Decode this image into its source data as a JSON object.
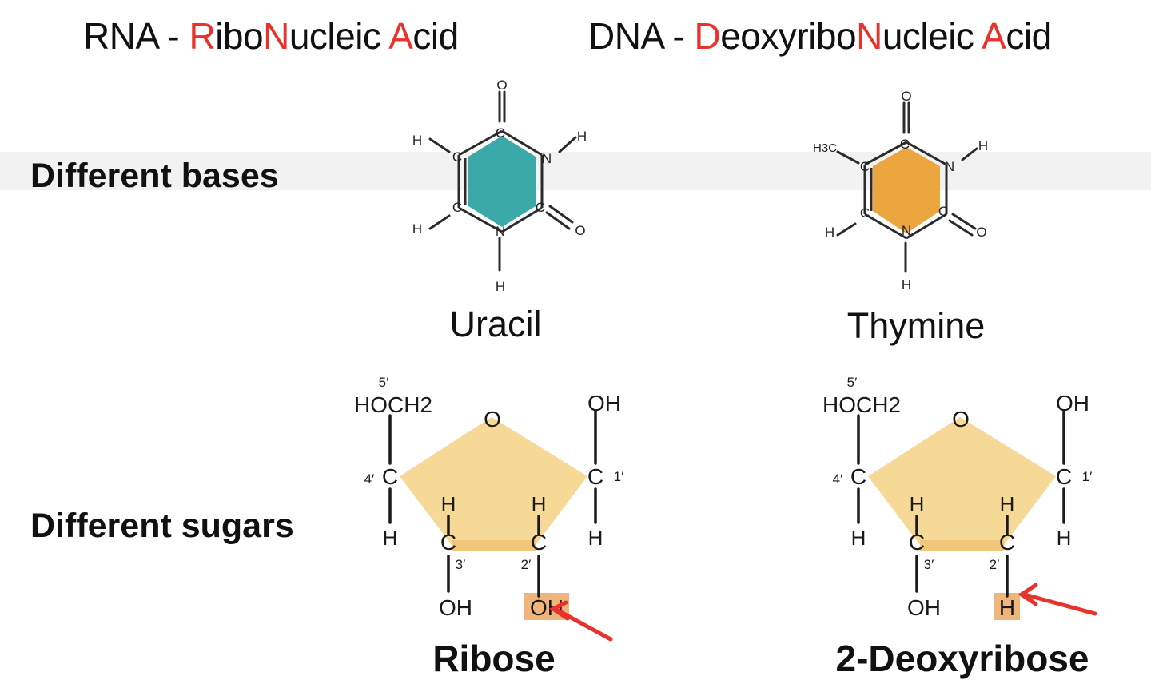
{
  "titles": {
    "rna": {
      "letters": [
        "R",
        "ibo",
        "N",
        "ucleic ",
        "A",
        "cid"
      ],
      "prefix": "RNA - "
    },
    "dna": {
      "prefix": "DNA - ",
      "letters": [
        "D",
        "eoxyribo",
        "N",
        "ucleic ",
        "A",
        "cid"
      ]
    }
  },
  "rows": {
    "bases_label": "Different bases",
    "sugars_label": "Different sugars"
  },
  "bases": {
    "uracil": {
      "name": "Uracil",
      "ring_color": "#3ba9a8"
    },
    "thymine": {
      "name": "Thymine",
      "ring_color": "#eba640",
      "methyl": "H3C"
    }
  },
  "base_atoms": {
    "C": "C",
    "N": "N",
    "O": "O",
    "H": "H"
  },
  "sugars": {
    "ribose": {
      "name": "Ribose",
      "c2_group": "OH"
    },
    "deoxyribose": {
      "name": "2-Deoxyribose",
      "c2_group": "H"
    },
    "ring_color": "#f6d897",
    "highlight_color": "#f0b57a",
    "arrow_color": "#e8322b",
    "labels": {
      "ring_o": "O",
      "c5": "HOCH2",
      "prime5": "5′",
      "c4": "C",
      "prime4": "4′",
      "c1": "C",
      "prime1": "1′",
      "c3": "C",
      "prime3": "3′",
      "c2": "C",
      "prime2": "2′",
      "h": "H",
      "oh": "OH"
    }
  },
  "colors": {
    "accent_red": "#e8322b",
    "band": "#f2f2f2"
  }
}
